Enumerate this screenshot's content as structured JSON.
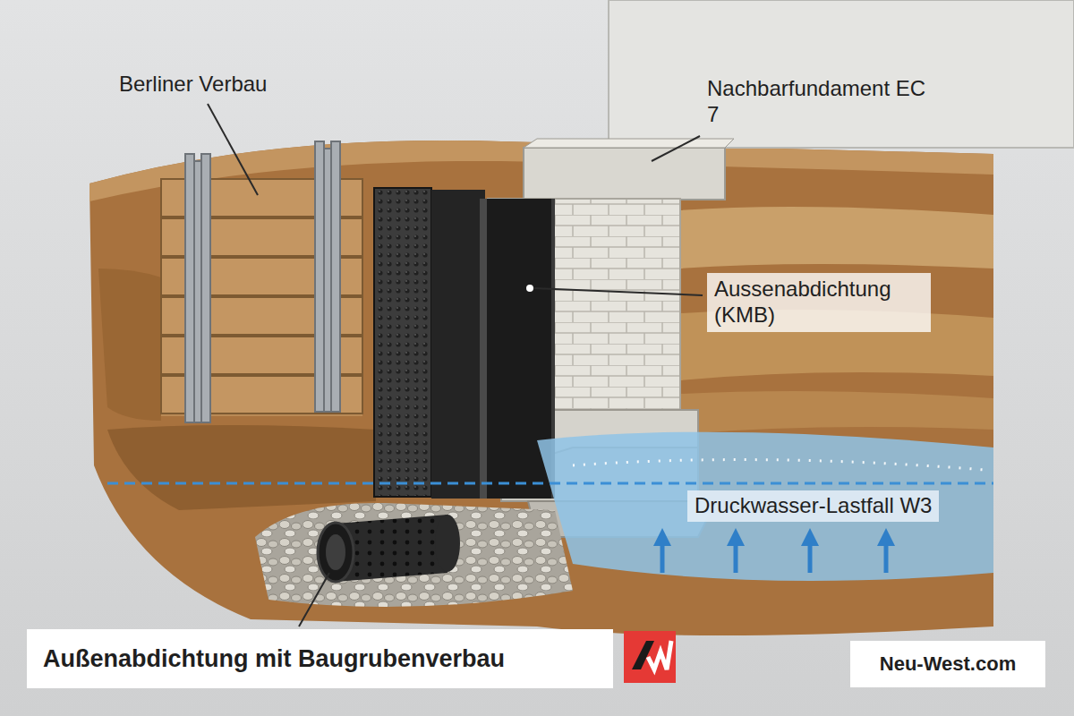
{
  "diagram": {
    "title": "Außenabdichtung mit Baugrubenverbau",
    "labels": [
      "Berliner Verbau",
      "Nachbarfundament EC 7",
      "Aussenabdichtung (KMB)",
      "Druckwasser-Lastfall W3",
      "Neu-West.com"
    ]
  }
}
